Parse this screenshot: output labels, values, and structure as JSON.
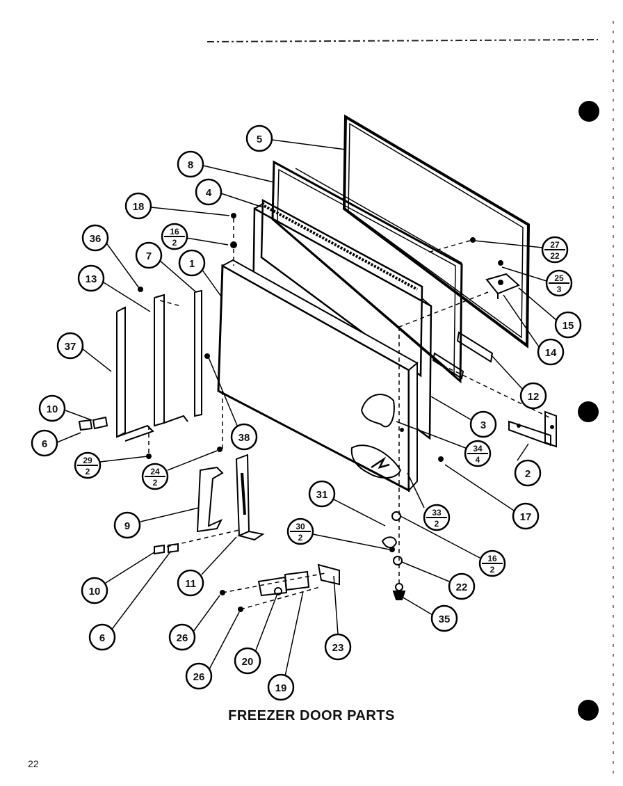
{
  "title": "FREEZER DOOR PARTS",
  "page_number": "22",
  "callouts": [
    {
      "id": "c5",
      "label": "5"
    },
    {
      "id": "c8",
      "label": "8"
    },
    {
      "id": "c4",
      "label": "4"
    },
    {
      "id": "c18a",
      "label": "18"
    },
    {
      "id": "c16a",
      "top": "16",
      "bottom": "2"
    },
    {
      "id": "c36",
      "label": "36"
    },
    {
      "id": "c7",
      "label": "7"
    },
    {
      "id": "c1",
      "label": "1"
    },
    {
      "id": "c13",
      "label": "13"
    },
    {
      "id": "c37",
      "label": "37"
    },
    {
      "id": "c10a",
      "label": "10"
    },
    {
      "id": "c6a",
      "label": "6"
    },
    {
      "id": "c29",
      "top": "29",
      "bottom": "2"
    },
    {
      "id": "c24",
      "top": "24",
      "bottom": "2"
    },
    {
      "id": "c38",
      "label": "38"
    },
    {
      "id": "c9",
      "label": "9"
    },
    {
      "id": "c10b",
      "label": "10"
    },
    {
      "id": "c6b",
      "label": "6"
    },
    {
      "id": "c11",
      "label": "11"
    },
    {
      "id": "c26a",
      "label": "26"
    },
    {
      "id": "c26b",
      "label": "26"
    },
    {
      "id": "c20",
      "label": "20"
    },
    {
      "id": "c19",
      "label": "19"
    },
    {
      "id": "c23",
      "label": "23"
    },
    {
      "id": "c31",
      "label": "31"
    },
    {
      "id": "c30",
      "top": "30",
      "bottom": "2"
    },
    {
      "id": "c33",
      "top": "33",
      "bottom": "2"
    },
    {
      "id": "c16b",
      "top": "16",
      "bottom": "2"
    },
    {
      "id": "c22",
      "label": "22"
    },
    {
      "id": "c35",
      "label": "35"
    },
    {
      "id": "c17",
      "label": "17"
    },
    {
      "id": "c34",
      "top": "34",
      "bottom": "4"
    },
    {
      "id": "c3",
      "label": "3"
    },
    {
      "id": "c2",
      "label": "2"
    },
    {
      "id": "c12",
      "label": "12"
    },
    {
      "id": "c14",
      "label": "14"
    },
    {
      "id": "c15",
      "label": "15"
    },
    {
      "id": "c25",
      "top": "25",
      "bottom": "3"
    },
    {
      "id": "c27",
      "top": "27",
      "bottom": "22"
    }
  ]
}
